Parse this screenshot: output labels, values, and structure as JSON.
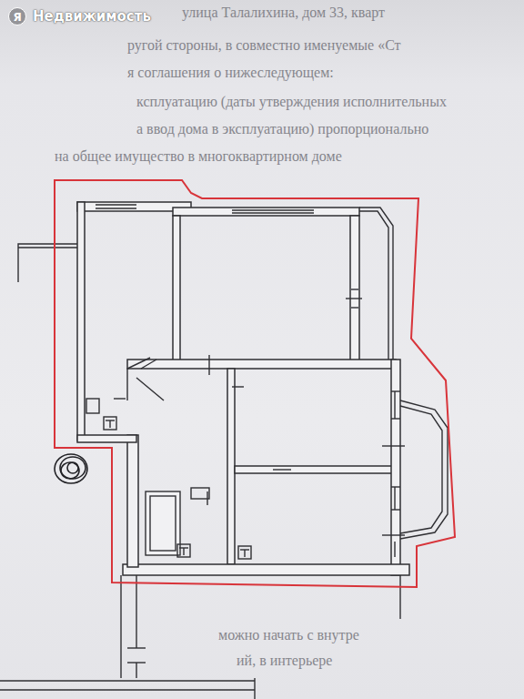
{
  "diagram": {
    "labels": [
      "Я",
      "Недвижимость",
      "улица Талалихина, дом 33, кварт",
      "ругой стороны, в совместно именуемые «Ст",
      "я соглашения о нижеследующем:",
      "ксплуатацию (даты утверждения исполнительных",
      "а ввод дома в эксплуатацию) пропорционально",
      "на общее имущество в многоквартирном доме",
      "можно начать с внутре",
      "ий, в интерьере"
    ]
  }
}
